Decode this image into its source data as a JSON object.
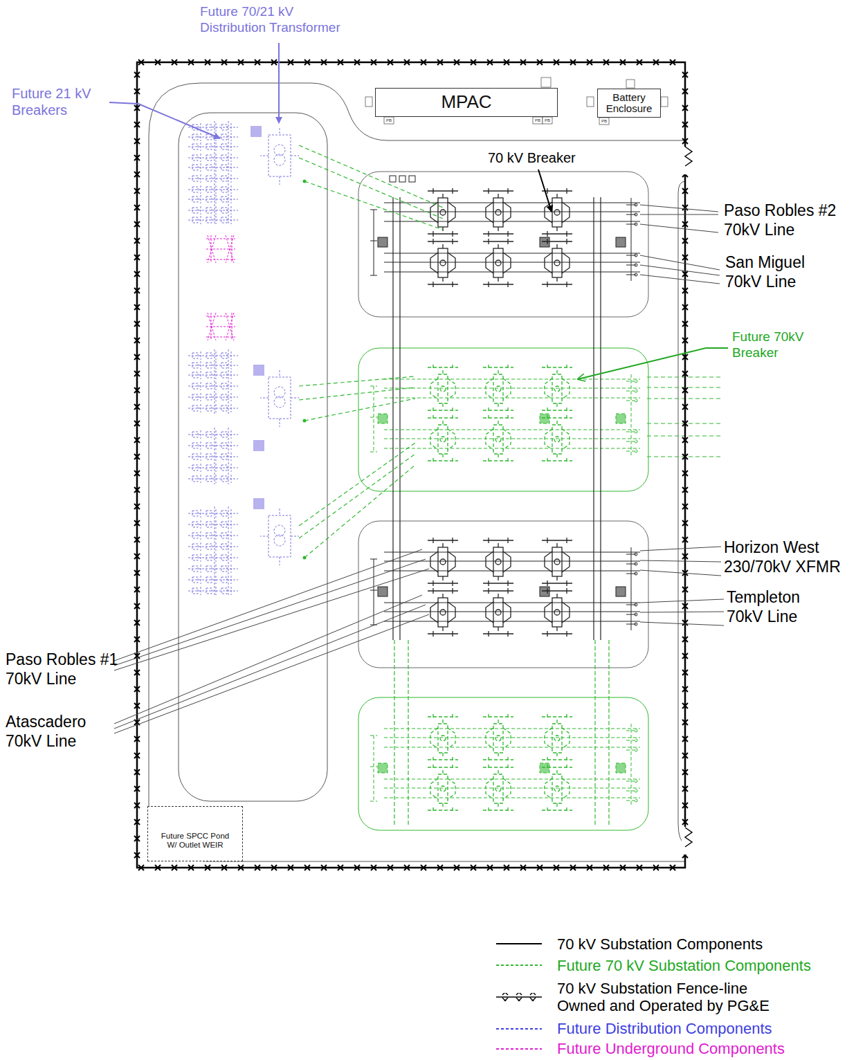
{
  "diagram": {
    "nodes": [
      {
        "text": [
          "MPAC"
        ]
      },
      {
        "text": [
          "Battery Enclosure"
        ]
      },
      {
        "text": [
          "Future SPCC Pond W/ Outlet WEIR"
        ]
      }
    ],
    "labels": [
      "Future 70/21 kV Distribution Transformer",
      "Future 21 kV Breakers",
      "PB",
      "PB",
      "PB",
      "PB",
      "70 kV Breaker",
      "Paso Robles #2 70kV Line",
      "San Miguel 70kV Line",
      "Future 70kV Breaker",
      "Horizon West 230/70kV XFMR",
      "Templeton 70kV Line",
      "Paso Robles #1 70kV Line",
      "Atascadero 70kV Line"
    ],
    "legend": [
      {
        "text": "70 kV Substation Components"
      },
      {
        "text": "Future 70 kV Substation Components"
      },
      {
        "text": "70 kV Substation Fence-line Owned and Operated by PG&E"
      },
      {
        "text": "Future Distribution Components"
      },
      {
        "text": "Future Underground Components"
      }
    ]
  }
}
